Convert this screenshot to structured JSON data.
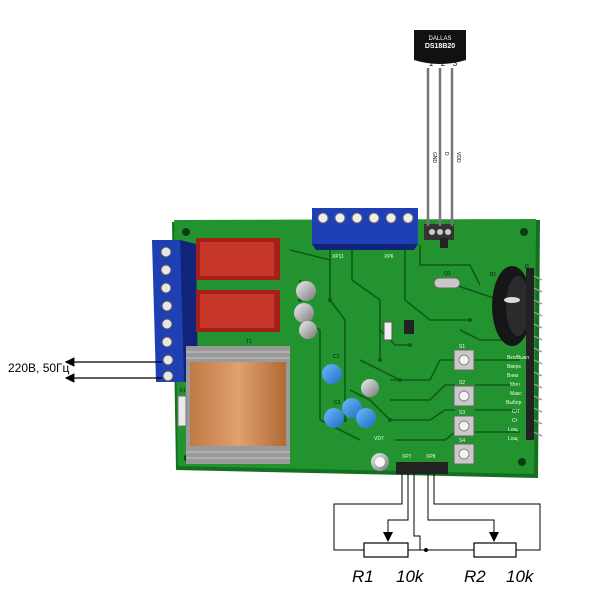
{
  "sensor": {
    "brand": "DALLAS",
    "model": "DS18B20",
    "pins": [
      "1",
      "2",
      "3"
    ],
    "wires": [
      "GND",
      "D",
      "VDD"
    ]
  },
  "power": {
    "label": "220B, 50Гц"
  },
  "board": {
    "connectors": {
      "xp11": "XP11",
      "xp6": "XP6",
      "xp7": "XP7",
      "xp8": "XP8"
    },
    "components": {
      "t1": "T1",
      "f1": "F1",
      "c1": "C1",
      "c3": "C3",
      "q1": "Q1",
      "b1": "B1",
      "j1": "J1",
      "vd7": "VD7",
      "s1": "S1",
      "s2": "S2",
      "s3": "S3",
      "s4": "S4"
    },
    "side_labels": [
      "Вкл/Выкл",
      "Вверх",
      "Вниз",
      "Мин",
      "Макс",
      "Выбор",
      "С/Т",
      "Ст",
      "Lощ",
      "Lощ"
    ]
  },
  "pots": {
    "r1": {
      "name": "R1",
      "value": "10k"
    },
    "r2": {
      "name": "R2",
      "value": "10k"
    }
  },
  "colors": {
    "pcb": "#1e8a2c",
    "pcb_dark": "#0f5a1a",
    "terminal": "#1f3fb4",
    "relay": "#b5251c",
    "transformer": "#d08a55",
    "cap": "#2f8fd8"
  }
}
